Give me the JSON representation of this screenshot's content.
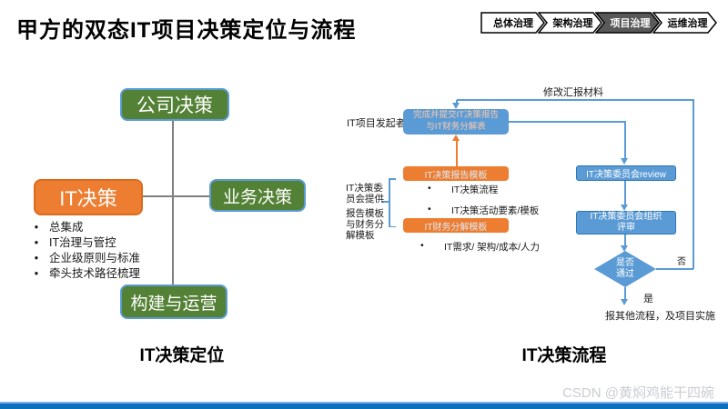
{
  "title": "甲方的双态IT项目决策定位与流程",
  "nav_tabs": [
    {
      "label": "总体治理",
      "active": false
    },
    {
      "label": "架构治理",
      "active": false
    },
    {
      "label": "项目治理",
      "active": true
    },
    {
      "label": "运维治理",
      "active": false
    }
  ],
  "colors": {
    "green": "#538135",
    "orange": "#ED7D31",
    "blue": "#5B9BD5",
    "active_tab": "#595959",
    "bottom_bar": "#0D6FBE"
  },
  "left_diagram": {
    "caption": "IT决策定位",
    "top_node": "公司决策",
    "left_node": "IT决策",
    "right_node": "业务决策",
    "bottom_node": "构建与运营",
    "bullet_char": "•",
    "bullets": [
      "总集成",
      "IT治理与管控",
      "企业级原则与标准",
      "牵头技术路径梳理"
    ]
  },
  "flowchart": {
    "caption": "IT决策流程",
    "initiator_label": "IT项目发起者",
    "submit_box": "完成并提交IT决策报告\n与IT财务分解表",
    "feedback_label": "修改汇报材料",
    "report_template_box": "IT决策报告模板",
    "report_bullets": [
      "IT决策流程",
      "IT决策活动要素/模板"
    ],
    "finance_template_box": "IT财务分解模板",
    "finance_bullets": [
      "IT需求/ 架构/成本/人力"
    ],
    "provider_label_1": "IT决策委\n员会提供",
    "provider_label_2": "报告模板\n与财务分\n解模板",
    "review_box": "IT决策委员会review",
    "organize_box": "IT决策委员会组织\n评审",
    "decision_diamond": "是否\n通过",
    "no_label": "否",
    "yes_label": "是",
    "outcome_text": "报其他流程，及项目实施",
    "bullet_char": "•"
  },
  "watermark": "CSDN @黄焖鸡能干四碗"
}
